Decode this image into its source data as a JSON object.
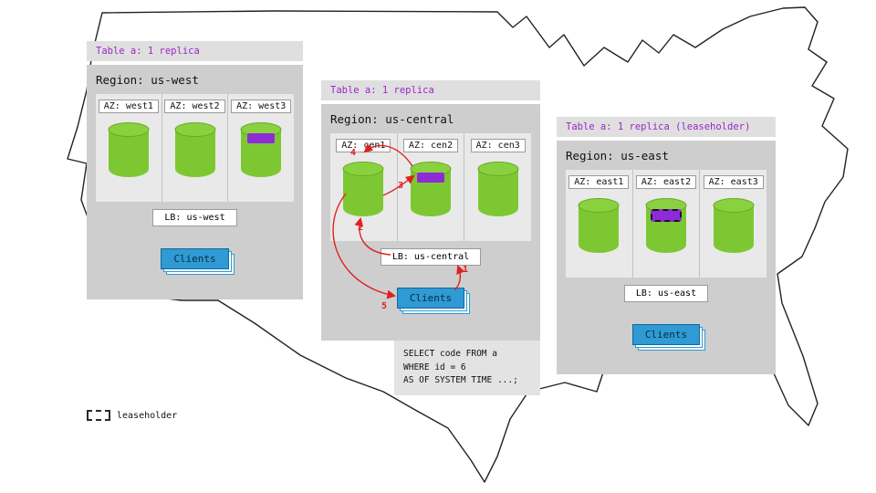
{
  "regions": [
    {
      "table_label": "Table a: 1 replica",
      "region_label": "Region: us-west",
      "azs": [
        {
          "label": "AZ: west1",
          "has_replica": false
        },
        {
          "label": "AZ: west2",
          "has_replica": false
        },
        {
          "label": "AZ: west3",
          "has_replica": true,
          "leaseholder": false
        }
      ],
      "lb_label": "LB: us-west",
      "clients_label": "Clients"
    },
    {
      "table_label": "Table a: 1 replica",
      "region_label": "Region: us-central",
      "azs": [
        {
          "label": "AZ: cen1",
          "has_replica": false
        },
        {
          "label": "AZ: cen2",
          "has_replica": true,
          "leaseholder": false
        },
        {
          "label": "AZ: cen3",
          "has_replica": false
        }
      ],
      "lb_label": "LB: us-central",
      "clients_label": "Clients"
    },
    {
      "table_label": "Table a: 1 replica (leaseholder)",
      "region_label": "Region: us-east",
      "azs": [
        {
          "label": "AZ: east1",
          "has_replica": false
        },
        {
          "label": "AZ: east2",
          "has_replica": true,
          "leaseholder": true
        },
        {
          "label": "AZ: east3",
          "has_replica": false
        }
      ],
      "lb_label": "LB: us-east",
      "clients_label": "Clients"
    }
  ],
  "query": {
    "lines": [
      "SELECT code FROM a",
      "WHERE id = 6",
      "AS OF SYSTEM TIME ...;"
    ]
  },
  "flow_steps": [
    "1",
    "2",
    "3",
    "4",
    "5"
  ],
  "legend": {
    "label": "leaseholder"
  },
  "colors": {
    "replica_green": "#7dc832",
    "replica_band_purple": "#8e2bd6",
    "table_header_purple": "#9b26c9",
    "clients_blue": "#2f9ad3",
    "arrow_red": "#e02020"
  }
}
